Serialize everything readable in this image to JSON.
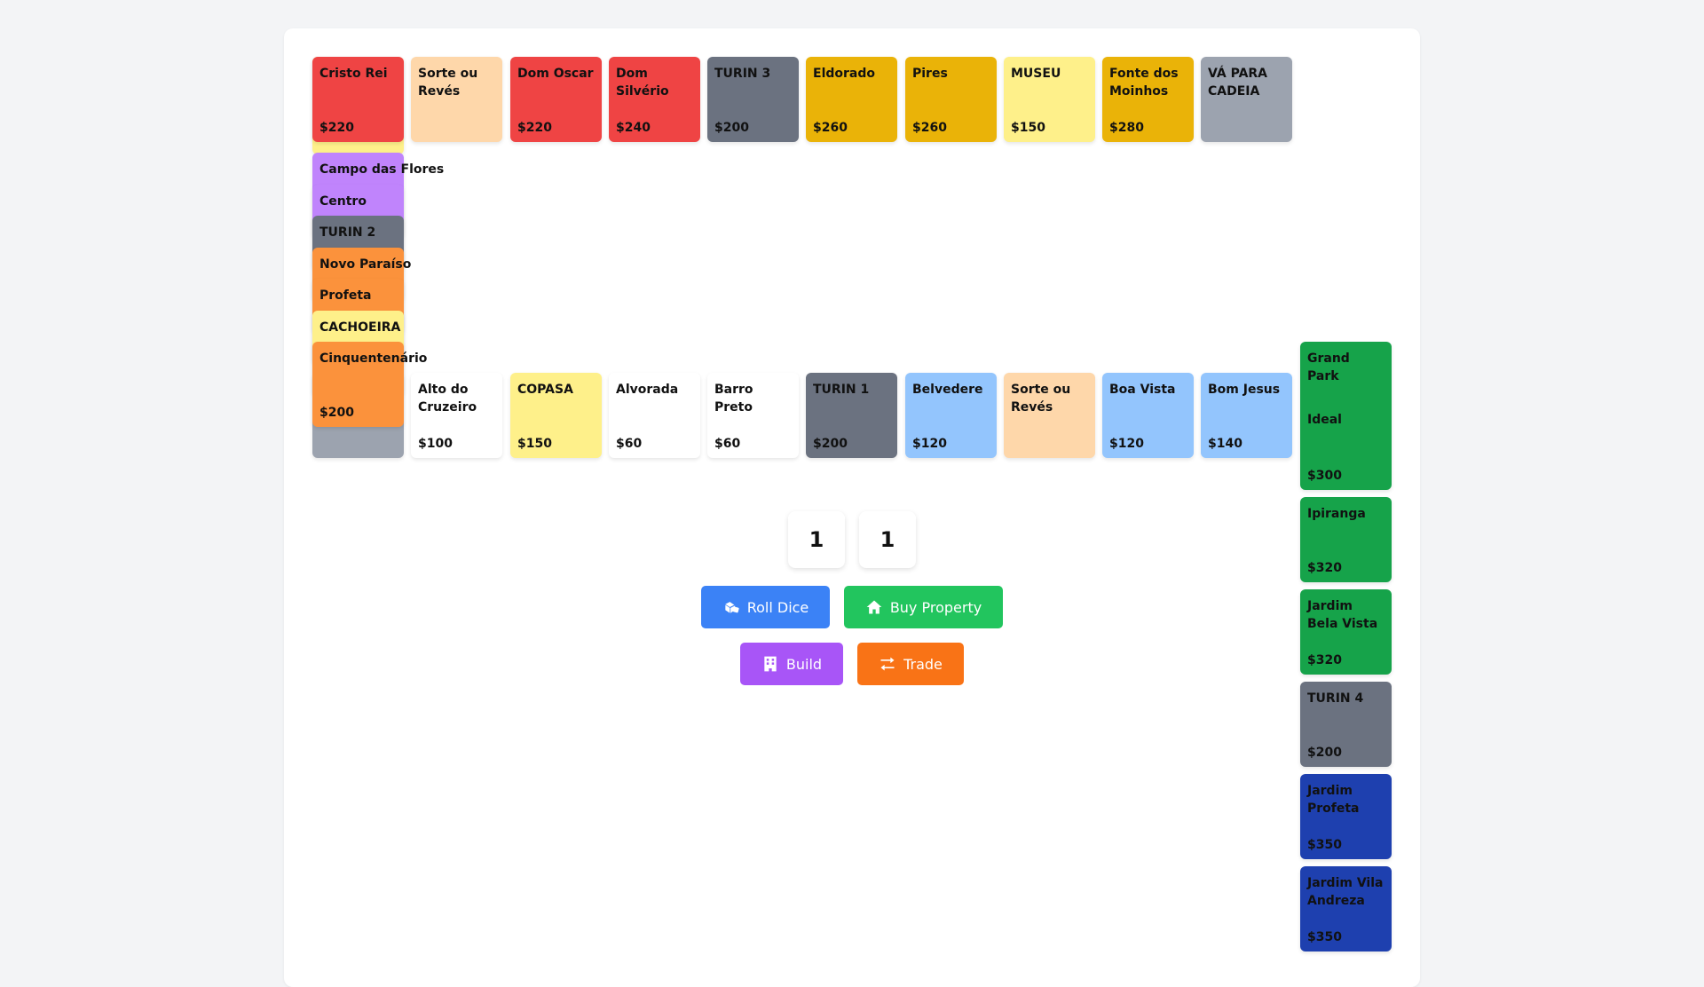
{
  "colors": {
    "red": "#ef4444",
    "peach": "#fed7aa",
    "gray": "#6b7280",
    "gold": "#eab308",
    "yellow": "#fef08a",
    "lightgray": "#9ca3af",
    "purple": "#c084fc",
    "orange": "#fb923c",
    "white": "#ffffff",
    "lightblue": "#93c5fd",
    "green": "#16a34a",
    "navy": "#1e40af"
  },
  "top_row": [
    {
      "name": "Cristo Rei",
      "price": "$220"
    },
    {
      "name": "Sorte ou Revés",
      "price": ""
    },
    {
      "name": "Dom Oscar",
      "price": "$220"
    },
    {
      "name": "Dom Silvério",
      "price": "$240"
    },
    {
      "name": "TURIN 3",
      "price": "$200"
    },
    {
      "name": "Eldorado",
      "price": "$260"
    },
    {
      "name": "Pires",
      "price": "$260"
    },
    {
      "name": "MUSEU",
      "price": "$150"
    },
    {
      "name": "Fonte dos Moinhos",
      "price": "$280"
    },
    {
      "name": "VÁ PARA CADEIA",
      "price": ""
    }
  ],
  "left_column": [
    {
      "name": "Campo das Flores",
      "price": ""
    },
    {
      "name": "Centro",
      "price": ""
    },
    {
      "name": "TURIN 2",
      "price": ""
    },
    {
      "name": "Novo Paraíso",
      "price": ""
    },
    {
      "name": "Profeta",
      "price": ""
    },
    {
      "name": "CACHOEIRA",
      "price": ""
    },
    {
      "name": "Cinquentenário",
      "price": "$200"
    }
  ],
  "bottom_row": [
    {
      "name": "Alto do Cruzeiro",
      "price": "$100"
    },
    {
      "name": "COPASA",
      "price": "$150"
    },
    {
      "name": "Alvorada",
      "price": "$60"
    },
    {
      "name": "Barro Preto",
      "price": "$60"
    },
    {
      "name": "TURIN 1",
      "price": "$200"
    },
    {
      "name": "Belvedere",
      "price": "$120"
    },
    {
      "name": "Sorte ou Revés",
      "price": ""
    },
    {
      "name": "Boa Vista",
      "price": "$120"
    },
    {
      "name": "Bom Jesus",
      "price": "$140"
    }
  ],
  "right_column": [
    {
      "name": "Grand Park",
      "name2": "Ideal",
      "price": "$300"
    },
    {
      "name": "Ipiranga",
      "price": "$320"
    },
    {
      "name": "Jardim Bela Vista",
      "price": "$320"
    },
    {
      "name": "TURIN 4",
      "price": "$200"
    },
    {
      "name": "Jardim Profeta",
      "price": "$350"
    },
    {
      "name": "Jardim Vila Andreza",
      "price": "$350"
    }
  ],
  "dice": {
    "die1": "1",
    "die2": "1"
  },
  "buttons": {
    "roll": "Roll Dice",
    "buy": "Buy Property",
    "build": "Build",
    "trade": "Trade"
  },
  "button_colors": {
    "roll": "#3b82f6",
    "buy": "#22c55e",
    "build": "#a855f7",
    "trade": "#f97316"
  },
  "icons": {
    "roll": "dice-icon",
    "buy": "house-icon",
    "build": "building-icon",
    "trade": "arrows-exchange-icon"
  }
}
